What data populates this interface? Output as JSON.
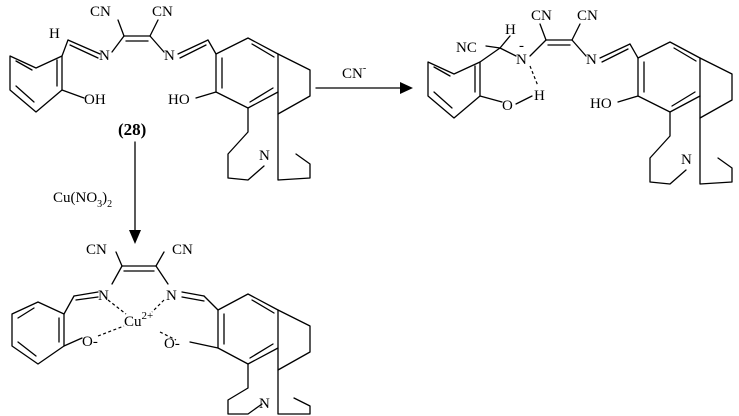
{
  "compound_label": {
    "open": "(",
    "number": "28",
    "close": ")"
  },
  "reaction_top": {
    "reagent": "CN",
    "charge": "-"
  },
  "reaction_down": {
    "reagent_parts": [
      "Cu(NO",
      "3",
      ")",
      "2"
    ]
  },
  "atoms": {
    "cn": "CN",
    "nc": "NC",
    "n": "N",
    "oh": "OH",
    "ho": "HO",
    "o": "O",
    "h": "H",
    "o_minus": "O-",
    "minus": "-",
    "cu": "Cu",
    "cu_charge": "2+"
  }
}
